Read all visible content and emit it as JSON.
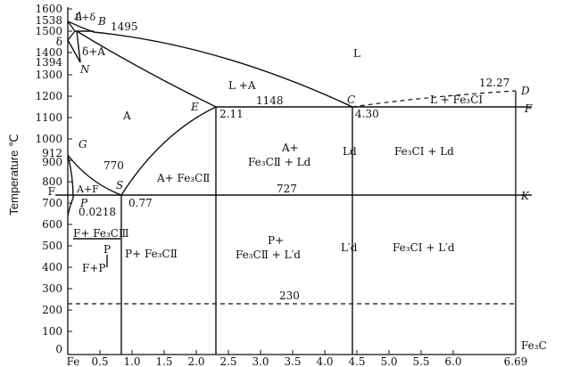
{
  "y_axis": {
    "label": "Temperature ℃",
    "ticks": [
      "1600",
      "1538",
      "1500",
      "δ",
      "1400",
      "1394",
      "1300",
      "1200",
      "1100",
      "1000",
      "912",
      "900",
      "800",
      "F",
      "700",
      "600",
      "500",
      "400",
      "300",
      "200",
      "100",
      "0"
    ]
  },
  "x_axis": {
    "origin": "Fe",
    "ticks": [
      "0.5",
      "1.0",
      "1.5",
      "2.0",
      "2.5",
      "3.0",
      "3.5",
      "4.0",
      "4.5",
      "5.0",
      "5.5",
      "6.0",
      "6.69"
    ],
    "end_label": "Fe₃C"
  },
  "points": {
    "A": "A",
    "B": "B",
    "N": "N",
    "G": "G",
    "P": "P",
    "S": "S",
    "E": "E",
    "C": "C",
    "D": "D",
    "F": "F",
    "K": "K"
  },
  "values": {
    "t1495": "1495",
    "t1148": "1148",
    "t770": "770",
    "t727": "727",
    "t230": "230",
    "t1227": "12.27",
    "c211": "2.11",
    "c430": "4.30",
    "c077": "0.77",
    "c00218": "0.0218"
  },
  "regions": {
    "L": "L",
    "L_plus_delta": "L+δ",
    "delta_plus_A": "δ+A",
    "L_plus_A": "L +A",
    "L_plus_Fe3CI": "L + Fe₃CⅠ",
    "A": "A",
    "A_plus_F": "A+F",
    "A_plus_Fe3CII": "A+ Fe₃CⅡ",
    "A_plus": "A+",
    "Fe3CII_Ld": "Fe₃CⅡ + Ld",
    "Ld": "Ld",
    "Fe3CI_Ld": "Fe₃CⅠ + Ld",
    "F_Fe3CIII": "F+ Fe₃CⅢ",
    "P_left": "P",
    "P_Fe3CII": "P+ Fe₃CⅡ",
    "F_P": "F+P",
    "P_plus": "P+",
    "Fe3CII_Lpd": "Fe₃CⅡ + L′d",
    "Lpd": "L′d",
    "Fe3CI_Lpd": "Fe₃CⅠ + L′d"
  },
  "line_color": "#111111"
}
